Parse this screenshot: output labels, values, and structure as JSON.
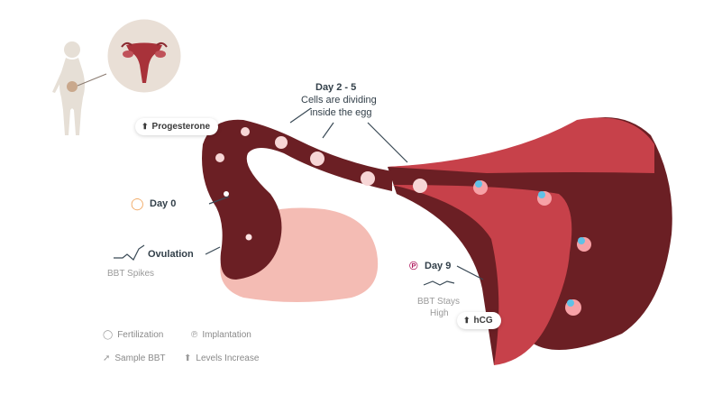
{
  "labels": {
    "day_2_5": "Day 2 - 5",
    "cells_line1": "Cells are dividing",
    "cells_line2": "inside the egg",
    "progesterone": "Progesterone",
    "day0": "Day 0",
    "ovulation": "Ovulation",
    "bbt_spikes": "BBT Spikes",
    "day9": "Day 9",
    "bbt_stays_line1": "BBT Stays",
    "bbt_stays_line2": "High",
    "hcg": "hCG"
  },
  "legend": {
    "fertilization": "Fertilization",
    "implantation": "Implantation",
    "sample_bbt": "Sample BBT",
    "levels_increase": "Levels Increase"
  },
  "colors": {
    "tube_dark": "#6b1f24",
    "uterus_red": "#c7414a",
    "ovary_pink": "#f4bcb4",
    "egg_pink": "#f7a1a6",
    "embryo_blue": "#5fc1e6",
    "body_silhouette": "#e6dfd6",
    "fertilization_orange": "#f0a35a",
    "implantation_magenta": "#b0185e",
    "text_dark": "#33404a",
    "text_gray": "#9a9a9a"
  },
  "icons": [
    "fertilization-icon",
    "implantation-icon",
    "bbt-chart-icon",
    "up-arrow-icon"
  ]
}
